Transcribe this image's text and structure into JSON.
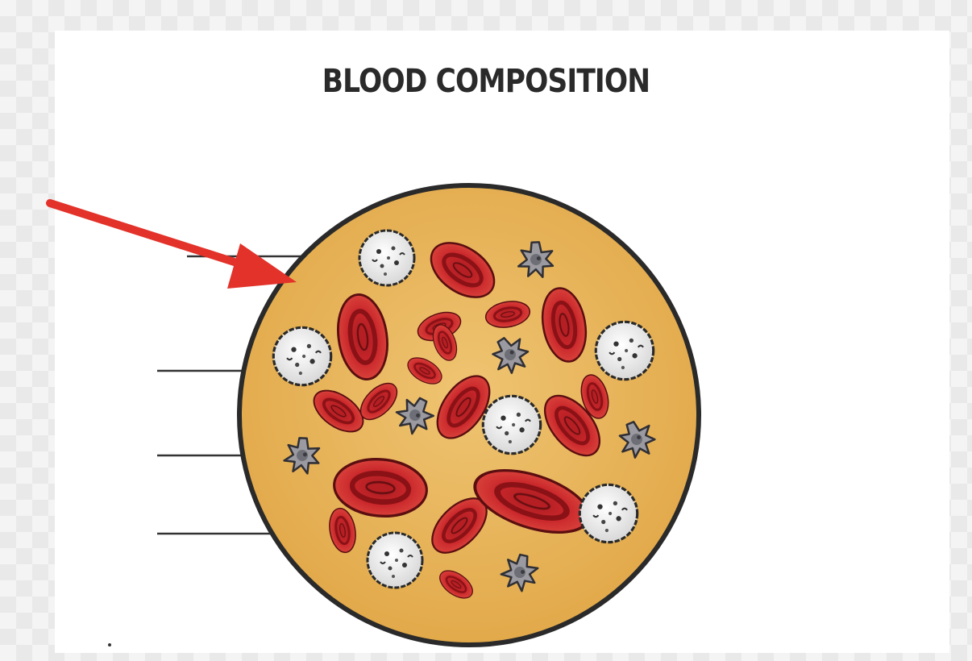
{
  "title": "BLOOD COMPOSITION",
  "colors": {
    "plasma": "#e8b85a",
    "red_cell": "#c9262a",
    "white_cell": "#ececec",
    "platelet": "#8e8e94",
    "outline": "#2a2a2a",
    "arrow": "#e2322a"
  },
  "label_lines": [
    "plasma-line",
    "platelet-line",
    "red-cell-line",
    "white-cell-line"
  ]
}
